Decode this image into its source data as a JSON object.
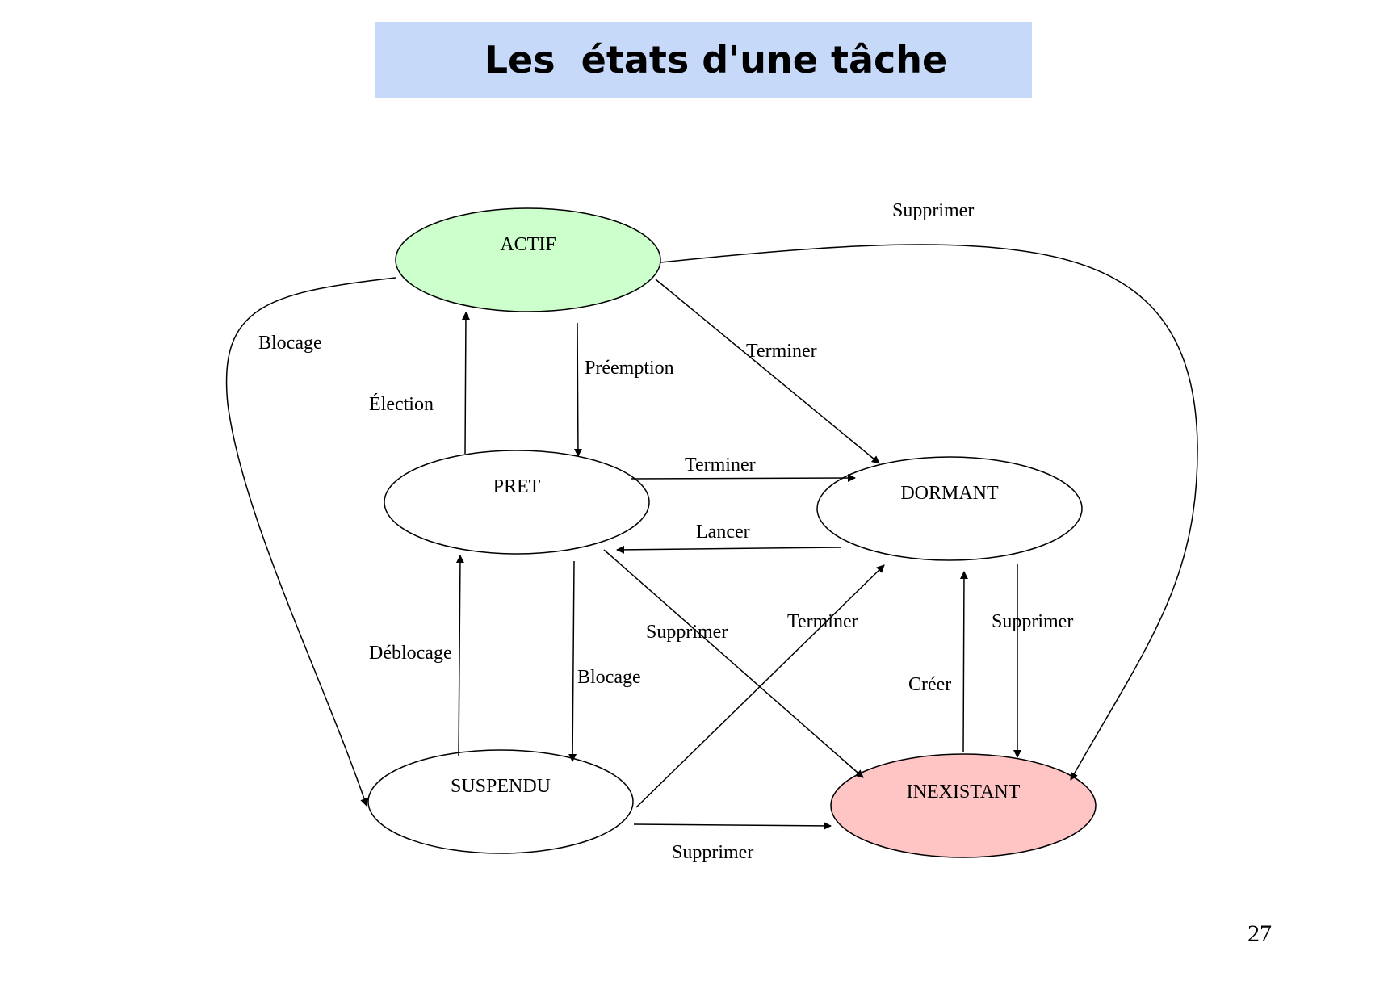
{
  "slide": {
    "title": "Les  états d'une tâche",
    "page_number": "27"
  },
  "colors": {
    "title_background": "#c6d9f9",
    "actif_fill": "#ccffcc",
    "inexistant_fill": "#ffc4c4",
    "default_fill": "#ffffff",
    "stroke": "#000000"
  },
  "states": {
    "actif": "ACTIF",
    "pret": "PRET",
    "dormant": "DORMANT",
    "suspendu": "SUSPENDU",
    "inexistant": "INEXISTANT"
  },
  "transitions": [
    {
      "from": "ACTIF",
      "to": "SUSPENDU",
      "label": "Blocage"
    },
    {
      "from": "PRET",
      "to": "ACTIF",
      "label": "Élection"
    },
    {
      "from": "ACTIF",
      "to": "PRET",
      "label": "Préemption"
    },
    {
      "from": "ACTIF",
      "to": "DORMANT",
      "label": "Terminer"
    },
    {
      "from": "ACTIF",
      "to": "INEXISTANT",
      "label": "Supprimer"
    },
    {
      "from": "PRET",
      "to": "DORMANT",
      "label": "Terminer"
    },
    {
      "from": "DORMANT",
      "to": "PRET",
      "label": "Lancer"
    },
    {
      "from": "SUSPENDU",
      "to": "PRET",
      "label": "Déblocage"
    },
    {
      "from": "PRET",
      "to": "SUSPENDU",
      "label": "Blocage"
    },
    {
      "from": "PRET",
      "to": "INEXISTANT",
      "label": "Supprimer"
    },
    {
      "from": "SUSPENDU",
      "to": "DORMANT",
      "label": "Terminer"
    },
    {
      "from": "INEXISTANT",
      "to": "DORMANT",
      "label": "Créer"
    },
    {
      "from": "DORMANT",
      "to": "INEXISTANT",
      "label": "Supprimer"
    },
    {
      "from": "SUSPENDU",
      "to": "INEXISTANT",
      "label": "Supprimer"
    }
  ]
}
